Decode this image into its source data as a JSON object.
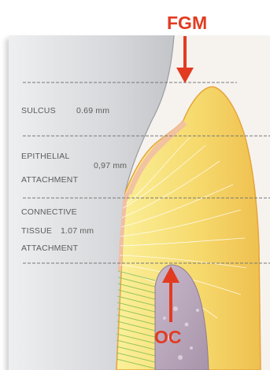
{
  "figure": {
    "markers": {
      "fgm": "FGM",
      "oc": "OC"
    },
    "zones": {
      "sulcus": {
        "name": "SULCUS",
        "measure": "0.69 mm"
      },
      "epithelial": {
        "line1": "EPITHELIAL",
        "line2": "ATTACHMENT",
        "measure": "0,97 mm"
      },
      "connective": {
        "line1": "CONNECTIVE",
        "line2": "TISSUE",
        "line3": "ATTACHMENT",
        "measure": "1.07 mm"
      }
    },
    "colors": {
      "tooth": "#d5d6d9",
      "gingiva": "#f3cf5e",
      "gingiva_light": "#fbef8e",
      "epithelium": "#f1bfa3",
      "bone": "#b9a6bb",
      "fibers": "#8cc259",
      "arrow": "#e23b22",
      "guide_line": "#777777"
    }
  }
}
